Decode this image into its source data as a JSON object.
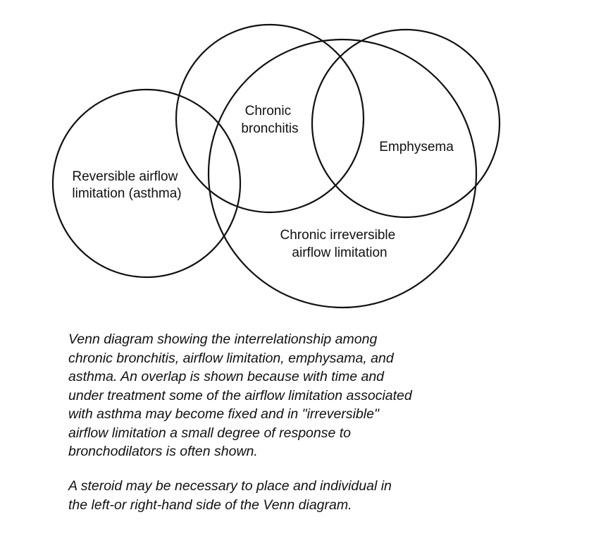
{
  "diagram": {
    "sets": [
      {
        "id": "asthma",
        "label_lines": [
          "Reversible airflow",
          "limitation (asthma)"
        ]
      },
      {
        "id": "bronchitis",
        "label_lines": [
          "Chronic",
          "bronchitis"
        ]
      },
      {
        "id": "emphysema",
        "label_lines": [
          "Emphysema"
        ]
      },
      {
        "id": "irreversible",
        "label_lines": [
          "Chronic irreversible",
          "airflow limitation"
        ]
      }
    ]
  },
  "caption": {
    "paragraph_1": [
      "Venn diagram showing the interrelationship among",
      "chronic bronchitis, airflow limitation, emphysama, and",
      "asthma. An overlap is shown because with time and",
      "under treatment some of the airflow limitation associated",
      "with asthma may become fixed and in \"irreversible\"",
      "airflow limitation a small degree of response to",
      "bronchodilators is often shown."
    ],
    "paragraph_2": [
      "A steroid may be necessary to place and individual in",
      "the left-or right-hand side of the Venn diagram."
    ]
  }
}
